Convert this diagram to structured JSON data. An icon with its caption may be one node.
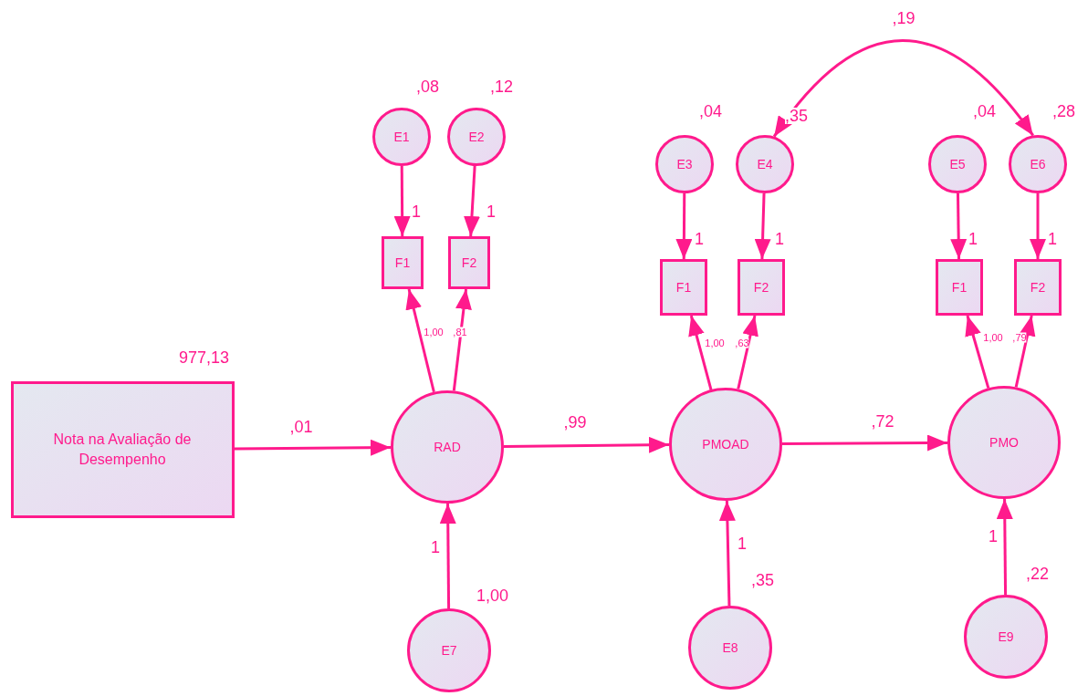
{
  "diagram": {
    "nodes": [
      {
        "text": [
          "Nota na Avaliação de Desempenho"
        ],
        "beside": [
          "977,13"
        ]
      },
      {
        "text": [
          "RAD"
        ]
      },
      {
        "text": [
          "PMOAD"
        ]
      },
      {
        "text": [
          "PMO"
        ]
      },
      {
        "text": [
          "F1"
        ]
      },
      {
        "text": [
          "F2"
        ]
      },
      {
        "text": [
          "F1"
        ]
      },
      {
        "text": [
          "F2"
        ]
      },
      {
        "text": [
          "F1"
        ]
      },
      {
        "text": [
          "F2"
        ]
      },
      {
        "text": [
          "E1"
        ],
        "beside": [
          ",08"
        ]
      },
      {
        "text": [
          "E2"
        ],
        "beside": [
          ",12"
        ]
      },
      {
        "text": [
          "E3"
        ],
        "beside": [
          ",04"
        ]
      },
      {
        "text": [
          "E4"
        ],
        "beside": [
          ",35"
        ]
      },
      {
        "text": [
          "E5"
        ],
        "beside": [
          ",04"
        ]
      },
      {
        "text": [
          "E6"
        ],
        "beside": [
          ",28"
        ]
      },
      {
        "text": [
          "E7"
        ],
        "beside": [
          "1,00"
        ]
      },
      {
        "text": [
          "E8"
        ],
        "beside": [
          ",35"
        ]
      },
      {
        "text": [
          "E9"
        ],
        "beside": [
          ",22"
        ]
      }
    ],
    "edges": [
      {
        "from": 0,
        "to": 1,
        "arrow": "to",
        "label": ",01"
      },
      {
        "from": 1,
        "to": 2,
        "arrow": "to",
        "label": ",99"
      },
      {
        "from": 2,
        "to": 3,
        "arrow": "to",
        "label": ",72"
      },
      {
        "from": 1,
        "to": 4,
        "arrow": "to",
        "label": "1,00"
      },
      {
        "from": 1,
        "to": 5,
        "arrow": "to",
        "label": ",81"
      },
      {
        "from": 2,
        "to": 6,
        "arrow": "to",
        "label": "1,00"
      },
      {
        "from": 2,
        "to": 7,
        "arrow": "to",
        "label": ",63"
      },
      {
        "from": 3,
        "to": 8,
        "arrow": "to",
        "label": "1,00"
      },
      {
        "from": 3,
        "to": 9,
        "arrow": "to",
        "label": ",79"
      },
      {
        "from": 10,
        "to": 4,
        "arrow": "to",
        "label": "1"
      },
      {
        "from": 11,
        "to": 5,
        "arrow": "to",
        "label": "1"
      },
      {
        "from": 12,
        "to": 6,
        "arrow": "to",
        "label": "1"
      },
      {
        "from": 13,
        "to": 7,
        "arrow": "to",
        "label": "1"
      },
      {
        "from": 14,
        "to": 8,
        "arrow": "to",
        "label": "1"
      },
      {
        "from": 15,
        "to": 9,
        "arrow": "to",
        "label": "1"
      },
      {
        "from": 16,
        "to": 1,
        "arrow": "to",
        "label": "1"
      },
      {
        "from": 17,
        "to": 2,
        "arrow": "to",
        "label": "1"
      },
      {
        "from": 18,
        "to": 3,
        "arrow": "to",
        "label": "1"
      },
      {
        "from": 13,
        "to": 15,
        "arrow": "both",
        "label": ",19"
      }
    ]
  }
}
